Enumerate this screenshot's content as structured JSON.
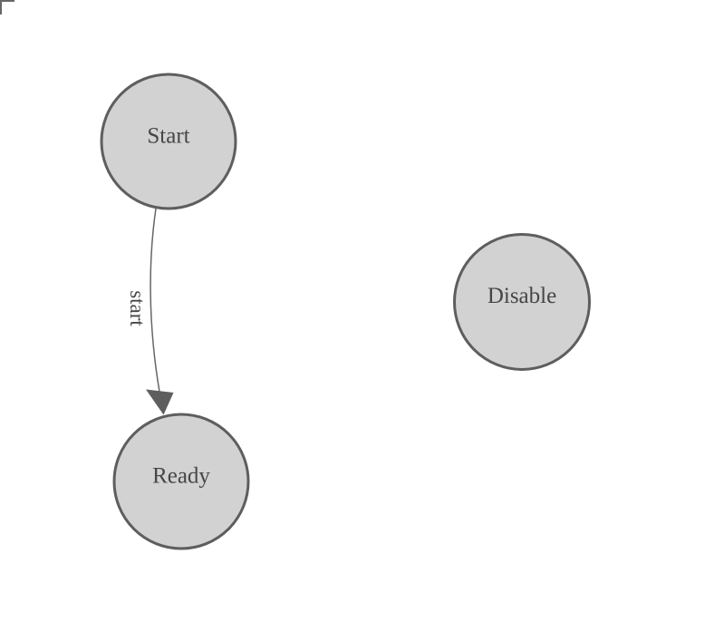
{
  "canvas": {
    "background_color": "#ffffff",
    "corner_mark_color": "#666666"
  },
  "diagram": {
    "kind": "state-machine-diagram",
    "colors": {
      "node_fill": "#d2d2d2",
      "node_stroke": "#5e5e5e",
      "node_label_color": "#464646",
      "edge_stroke": "#666666",
      "edge_label_color": "#464646",
      "arrowhead_fill": "#5e5e5e"
    },
    "nodes": [
      {
        "id": "start",
        "label": "Start"
      },
      {
        "id": "ready",
        "label": "Ready"
      },
      {
        "id": "disable",
        "label": "Disable"
      }
    ],
    "edges": [
      {
        "from": "Start",
        "to": "Ready",
        "label": "start"
      }
    ]
  }
}
